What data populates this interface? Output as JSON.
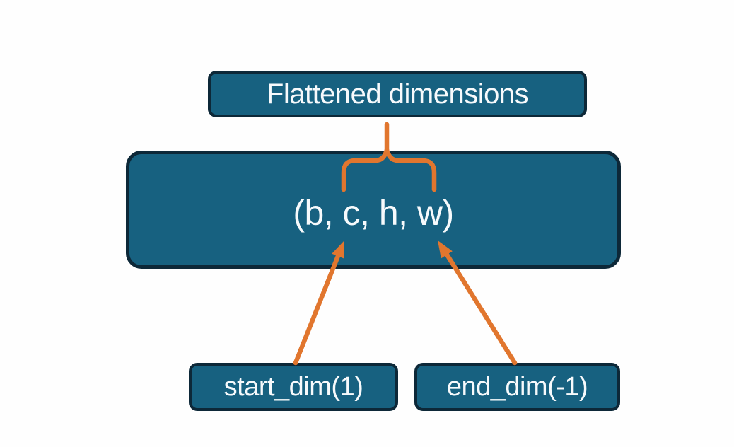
{
  "theme": {
    "background": "#fefefe",
    "box_fill": "#176180",
    "box_border": "#0d2838",
    "text_color": "#f7fafc",
    "accent_orange": "#e1762e"
  },
  "diagram": {
    "title_box_label": "Flattened dimensions",
    "tensor_box_label": "(b, c, h, w)",
    "start_dim_box_label": "start_dim(1)",
    "end_dim_box_label": "end_dim(-1)"
  }
}
